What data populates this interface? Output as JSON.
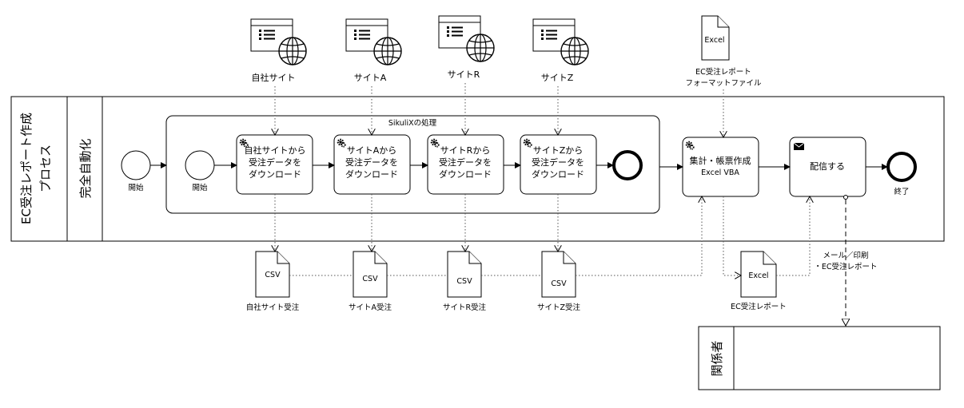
{
  "pool": {
    "title_line1": "EC受注レポート作成",
    "title_line2": "プロセス",
    "lane": "完全自動化"
  },
  "subprocess": {
    "title": "SikuliXの処理"
  },
  "events": {
    "start_outer": "開始",
    "start_inner": "開始",
    "end": "終了"
  },
  "tasks": {
    "t1": {
      "line1": "自社サイトから",
      "line2": "受注データを",
      "line3": "ダウンロード"
    },
    "t2": {
      "line1": "サイトAから",
      "line2": "受注データを",
      "line3": "ダウンロード"
    },
    "t3": {
      "line1": "サイトRから",
      "line2": "受注データを",
      "line3": "ダウンロード"
    },
    "t4": {
      "line1": "サイトZから",
      "line2": "受注データを",
      "line3": "ダウンロード"
    },
    "t5": {
      "line1": "集計・帳票作成",
      "line2": "Excel VBA"
    },
    "t6": {
      "line1": "配信する"
    }
  },
  "sites": [
    "自社サイト",
    "サイトA",
    "サイトR",
    "サイトZ"
  ],
  "csv": {
    "label": "CSV",
    "captions": [
      "自社サイト受注",
      "サイトA受注",
      "サイトR受注",
      "サイトZ受注"
    ]
  },
  "excel_top": {
    "label": "Excel",
    "caption1": "EC受注レポート",
    "caption2": "フォーマットファイル"
  },
  "excel_bottom": {
    "label": "Excel",
    "caption": "EC受注レポート"
  },
  "message": {
    "line1": "メール／印刷",
    "line2": "・EC受注レポート"
  },
  "participant_pool": {
    "title": "関係者"
  },
  "icons": {
    "gear": "gear-icon",
    "envelope": "envelope-icon",
    "window": "browser-window-icon",
    "globe": "globe-icon"
  }
}
